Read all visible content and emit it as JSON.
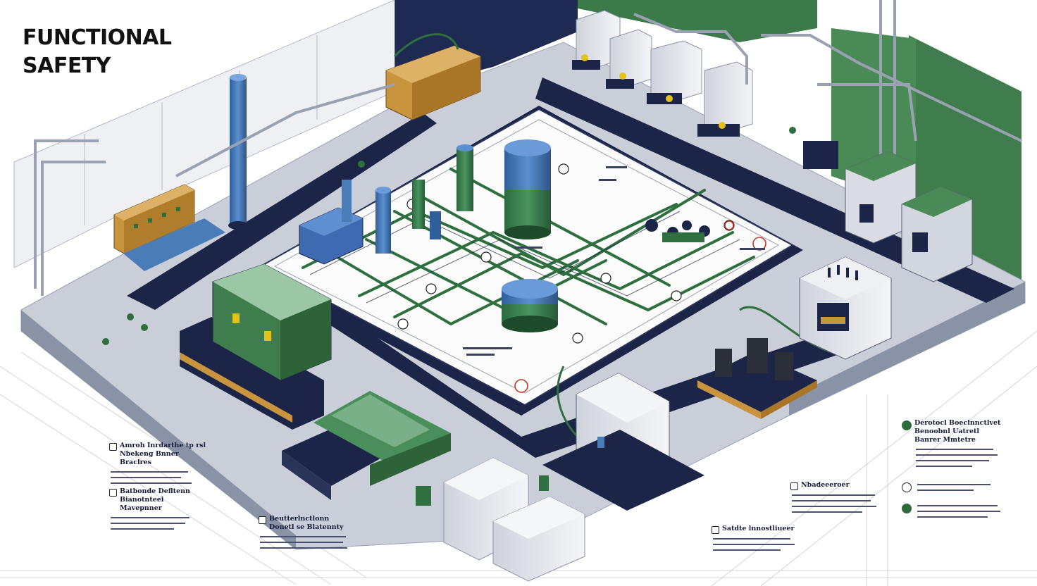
{
  "title": {
    "line1": "FUNCTIONAL",
    "line2": "SAFETY"
  },
  "callouts": [
    {
      "title_lines": [
        "Amroh Inrdarthe tp rsl",
        "Nbekeng Bnner Braclres"
      ],
      "body_lines": []
    },
    {
      "title_lines": [
        "Batbonde Defltenn",
        "Bianotnteel Mavepnner"
      ],
      "body_lines": []
    },
    {
      "title_lines": [
        "Beutterlnctlonn",
        "Donetl se Blatennty"
      ],
      "body_lines": []
    },
    {
      "title_lines": [
        "Satdte lnnostliueer"
      ],
      "body_lines": []
    },
    {
      "title_lines": [
        "Nbadeeeroer"
      ],
      "body_lines": []
    },
    {
      "title_lines": [
        "Derotocl Boeclnnctlvet",
        "Benoobnl Uatretl Banrer Mmtetre"
      ],
      "body_lines": []
    },
    {
      "title_lines": [],
      "body_lines": []
    },
    {
      "title_lines": [],
      "body_lines": []
    }
  ],
  "colors": {
    "accent_green": "#2f6e3e",
    "wall_green": "#3d7a4a",
    "navy": "#1c2547",
    "floor": "#c9ced9",
    "blue_vessel": "#4a7cb8",
    "tan_panel": "#c8953e",
    "warning_red": "#c0392b"
  },
  "icons": [
    "warning-sign-icon",
    "pressure-gauge-icon",
    "check-circle-icon"
  ]
}
